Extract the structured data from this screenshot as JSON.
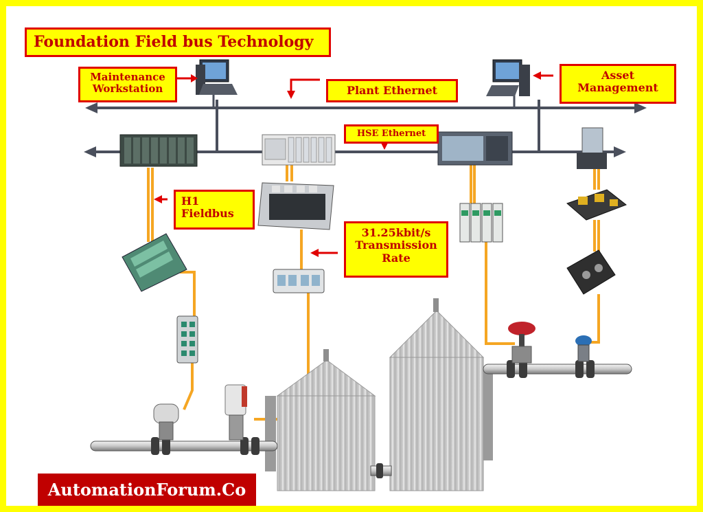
{
  "title": "Foundation Field bus Technology",
  "labels": {
    "maintenance": [
      "Maintenance",
      "Workstation"
    ],
    "plant_ethernet": [
      "Plant Ethernet"
    ],
    "asset": [
      "Asset",
      "Management"
    ],
    "hse": [
      "HSE Ethernet"
    ],
    "h1": [
      "H1",
      "Fieldbus"
    ],
    "rate": [
      "31.25kbit/s",
      "Transmission",
      "Rate"
    ]
  },
  "brand": "AutomationForum.Co",
  "colors": {
    "frame": "#ffff00",
    "callout_fill": "#ffff00",
    "callout_border": "#e00000",
    "callout_text": "#c00000",
    "bus_line": "#4a4f5c",
    "fieldbus_cable": "#f5a623",
    "brand_bg": "#c00000"
  }
}
